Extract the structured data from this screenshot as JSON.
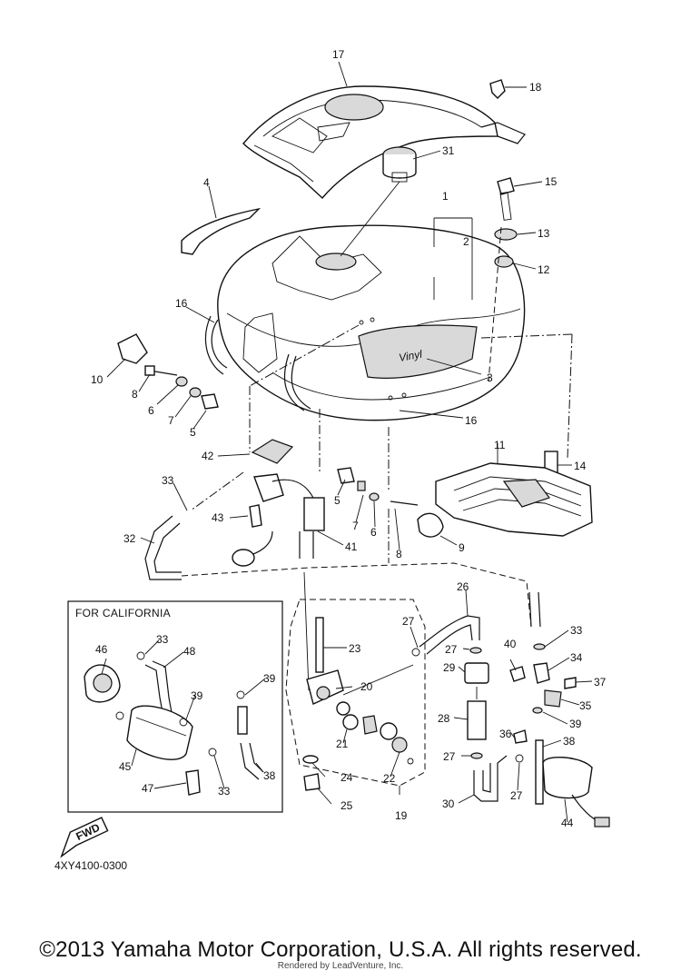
{
  "diagram": {
    "inset_title": "FOR CALIFORNIA",
    "diagram_code": "4XY4100-0300",
    "direction_label": "FWD",
    "copyright": "©2013 Yamaha Motor Corporation, U.S.A. All rights reserved.",
    "watermark": "Rendered by LeadVenture, Inc.",
    "part_numbers": [
      "1",
      "2",
      "3",
      "4",
      "5",
      "6",
      "7",
      "8",
      "9",
      "10",
      "11",
      "12",
      "13",
      "14",
      "15",
      "16",
      "17",
      "18",
      "19",
      "20",
      "21",
      "22",
      "23",
      "24",
      "25",
      "26",
      "27",
      "28",
      "29",
      "30",
      "31",
      "32",
      "33",
      "34",
      "35",
      "36",
      "37",
      "38",
      "39",
      "40",
      "41",
      "42",
      "43",
      "44",
      "45",
      "46",
      "47",
      "48"
    ]
  }
}
